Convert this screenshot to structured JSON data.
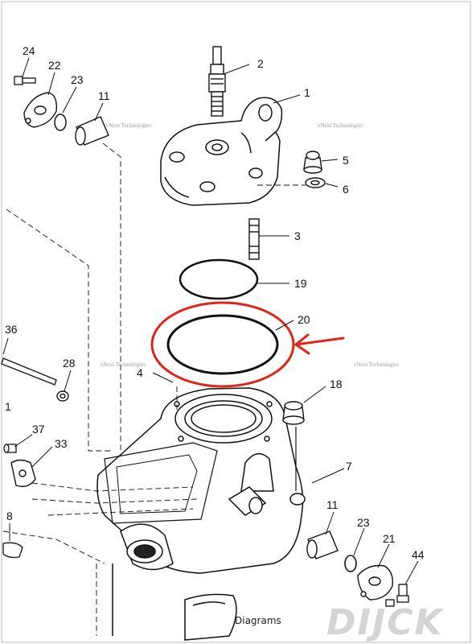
{
  "diagram": {
    "callouts": [
      "24",
      "22",
      "23",
      "11",
      "2",
      "1",
      "5",
      "6",
      "3",
      "19",
      "20",
      "36",
      "28",
      "4",
      "18",
      "1",
      "37",
      "33",
      "7",
      "8",
      "11",
      "23",
      "21",
      "44"
    ],
    "watermarks": [
      "vNext Technologies",
      "vNext Technologies",
      "vNext Technologies",
      "vNext Technologies"
    ],
    "highlight_color": "#e0231b",
    "caption": "Diagrams",
    "brand_text": "DIJCK"
  }
}
